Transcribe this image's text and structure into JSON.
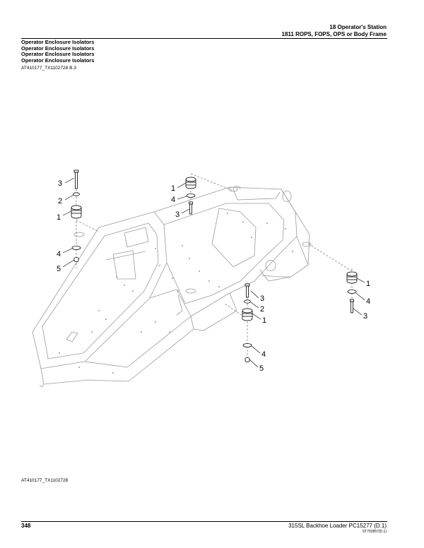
{
  "header": {
    "section": "18 Operator's Station",
    "subsection": "1811 ROPS, FOPS, OPS or Body Frame"
  },
  "titles": [
    "Operator Enclosure Isolators",
    "Operator Enclosure Isolators",
    "Operator Enclosure Isolators",
    "Operator Enclosure Isolators"
  ],
  "figure_ref_top": "AT410177_TX1102728 B.3",
  "callouts": {
    "c1": "3",
    "c2": "2",
    "c3": "1",
    "c4": "4",
    "c5": "5",
    "c6": "1",
    "c7": "4",
    "c8": "3",
    "c9": "3",
    "c10": "2",
    "c11": "1",
    "c12": "4",
    "c13": "5",
    "c14": "1",
    "c15": "4",
    "c16": "3"
  },
  "figure_ref_bottom": "AT410177_TX1102728",
  "footer": {
    "page_number": "348",
    "title": "315SL Backhoe Loader    PC15277    (D.1)",
    "code": "ST702857(D.1)"
  }
}
